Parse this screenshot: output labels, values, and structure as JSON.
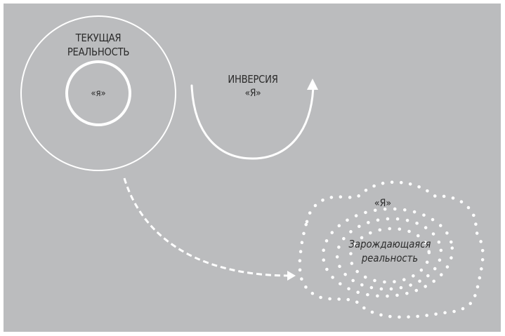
{
  "diagram": {
    "colors": {
      "background": "#bbbcbe",
      "stroke": "#ffffff",
      "text": "#2b2b2b"
    },
    "current_reality": {
      "title_line1": "ТЕКУЩАЯ",
      "title_line2": "РЕАЛЬНОСТЬ",
      "self_label": "«я»"
    },
    "inversion": {
      "title_line1": "ИНВЕРСИЯ",
      "title_line2": "«Я»"
    },
    "emerging_reality": {
      "self_label": "«Я»",
      "title_line1": "Зарождающаяся",
      "title_line2": "реальность"
    }
  }
}
